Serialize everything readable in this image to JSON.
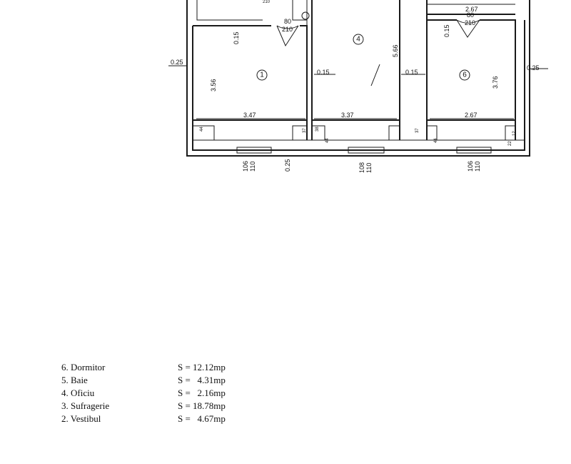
{
  "plan": {
    "rooms": [
      {
        "number": "1"
      },
      {
        "number": "4"
      },
      {
        "number": "6"
      }
    ],
    "dimensions": {
      "d_347": "3.47",
      "d_337": "3.37",
      "d_267_bottom": "2.67",
      "d_267_top": "2.67",
      "d_356": "3.56",
      "d_566": "5.66",
      "d_376": "3.76",
      "d_025_left": "0.25",
      "d_025_right": "0.25",
      "d_025_bottom": "0.25",
      "d_015_a": "0.15",
      "d_015_b": "0.15",
      "d_015_c": "0.15",
      "d_015_d": "0.15",
      "door_w1": "80",
      "door_h1": "210",
      "door_w2": "80",
      "door_h2": "210",
      "top_cut": "210",
      "win_w1": "106",
      "win_h1": "110",
      "win_w2": "108",
      "win_h2": "110",
      "win_w3": "106",
      "win_h3": "110",
      "s44_a": "44",
      "s44_b": "44",
      "s44_c": "44",
      "s38": "38",
      "s37_a": "37",
      "s37_b": "37",
      "s12": "12",
      "s22": "22"
    }
  },
  "legend": {
    "rows": [
      {
        "name": "6. Dormitor",
        "area": "S = 12.12mp"
      },
      {
        "name": "5. Baie",
        "area": "S =   4.31mp"
      },
      {
        "name": "4. Oficiu",
        "area": "S =   2.16mp"
      },
      {
        "name": "3. Sufragerie",
        "area": "S = 18.78mp"
      },
      {
        "name": "2. Vestibul",
        "area": "S =   4.67mp"
      }
    ]
  }
}
